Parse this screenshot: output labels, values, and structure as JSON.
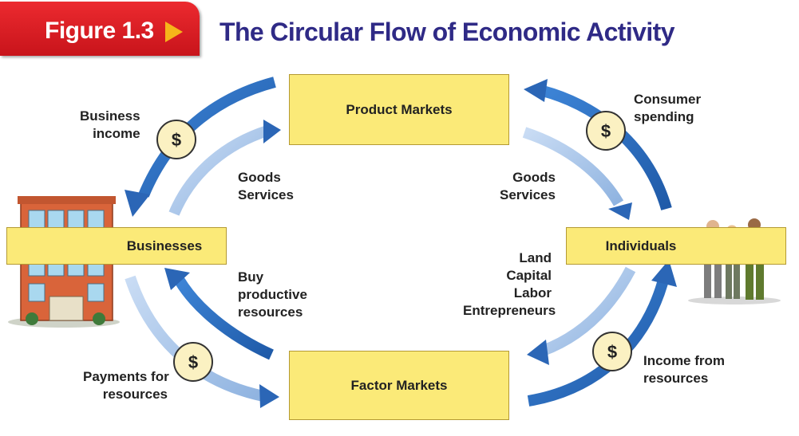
{
  "figure_label": "Figure 1.3",
  "title": "The Circular Flow of Economic Activity",
  "nodes": {
    "product_markets": "Product Markets",
    "factor_markets": "Factor Markets",
    "businesses": "Businesses",
    "individuals": "Individuals"
  },
  "labels": {
    "business_income": [
      "Business",
      "income"
    ],
    "consumer_spending": [
      "Consumer",
      "spending"
    ],
    "goods_services_left": [
      "Goods",
      "Services"
    ],
    "goods_services_right": [
      "Goods",
      "Services"
    ],
    "buy_resources": [
      "Buy",
      "productive",
      "resources"
    ],
    "land_capital": [
      "Land",
      "Capital",
      "Labor",
      "Entrepreneurs"
    ],
    "payments_for_resources": [
      "Payments for",
      "resources"
    ],
    "income_from_resources": [
      "Income from",
      "resources"
    ]
  },
  "dollar_symbol": "$",
  "colors": {
    "money_flow": "#2e6fc0",
    "goods_flow": "#a9c7ec",
    "box_fill": "#fbea78",
    "title": "#2f2a86",
    "tab": "#d7191f"
  }
}
